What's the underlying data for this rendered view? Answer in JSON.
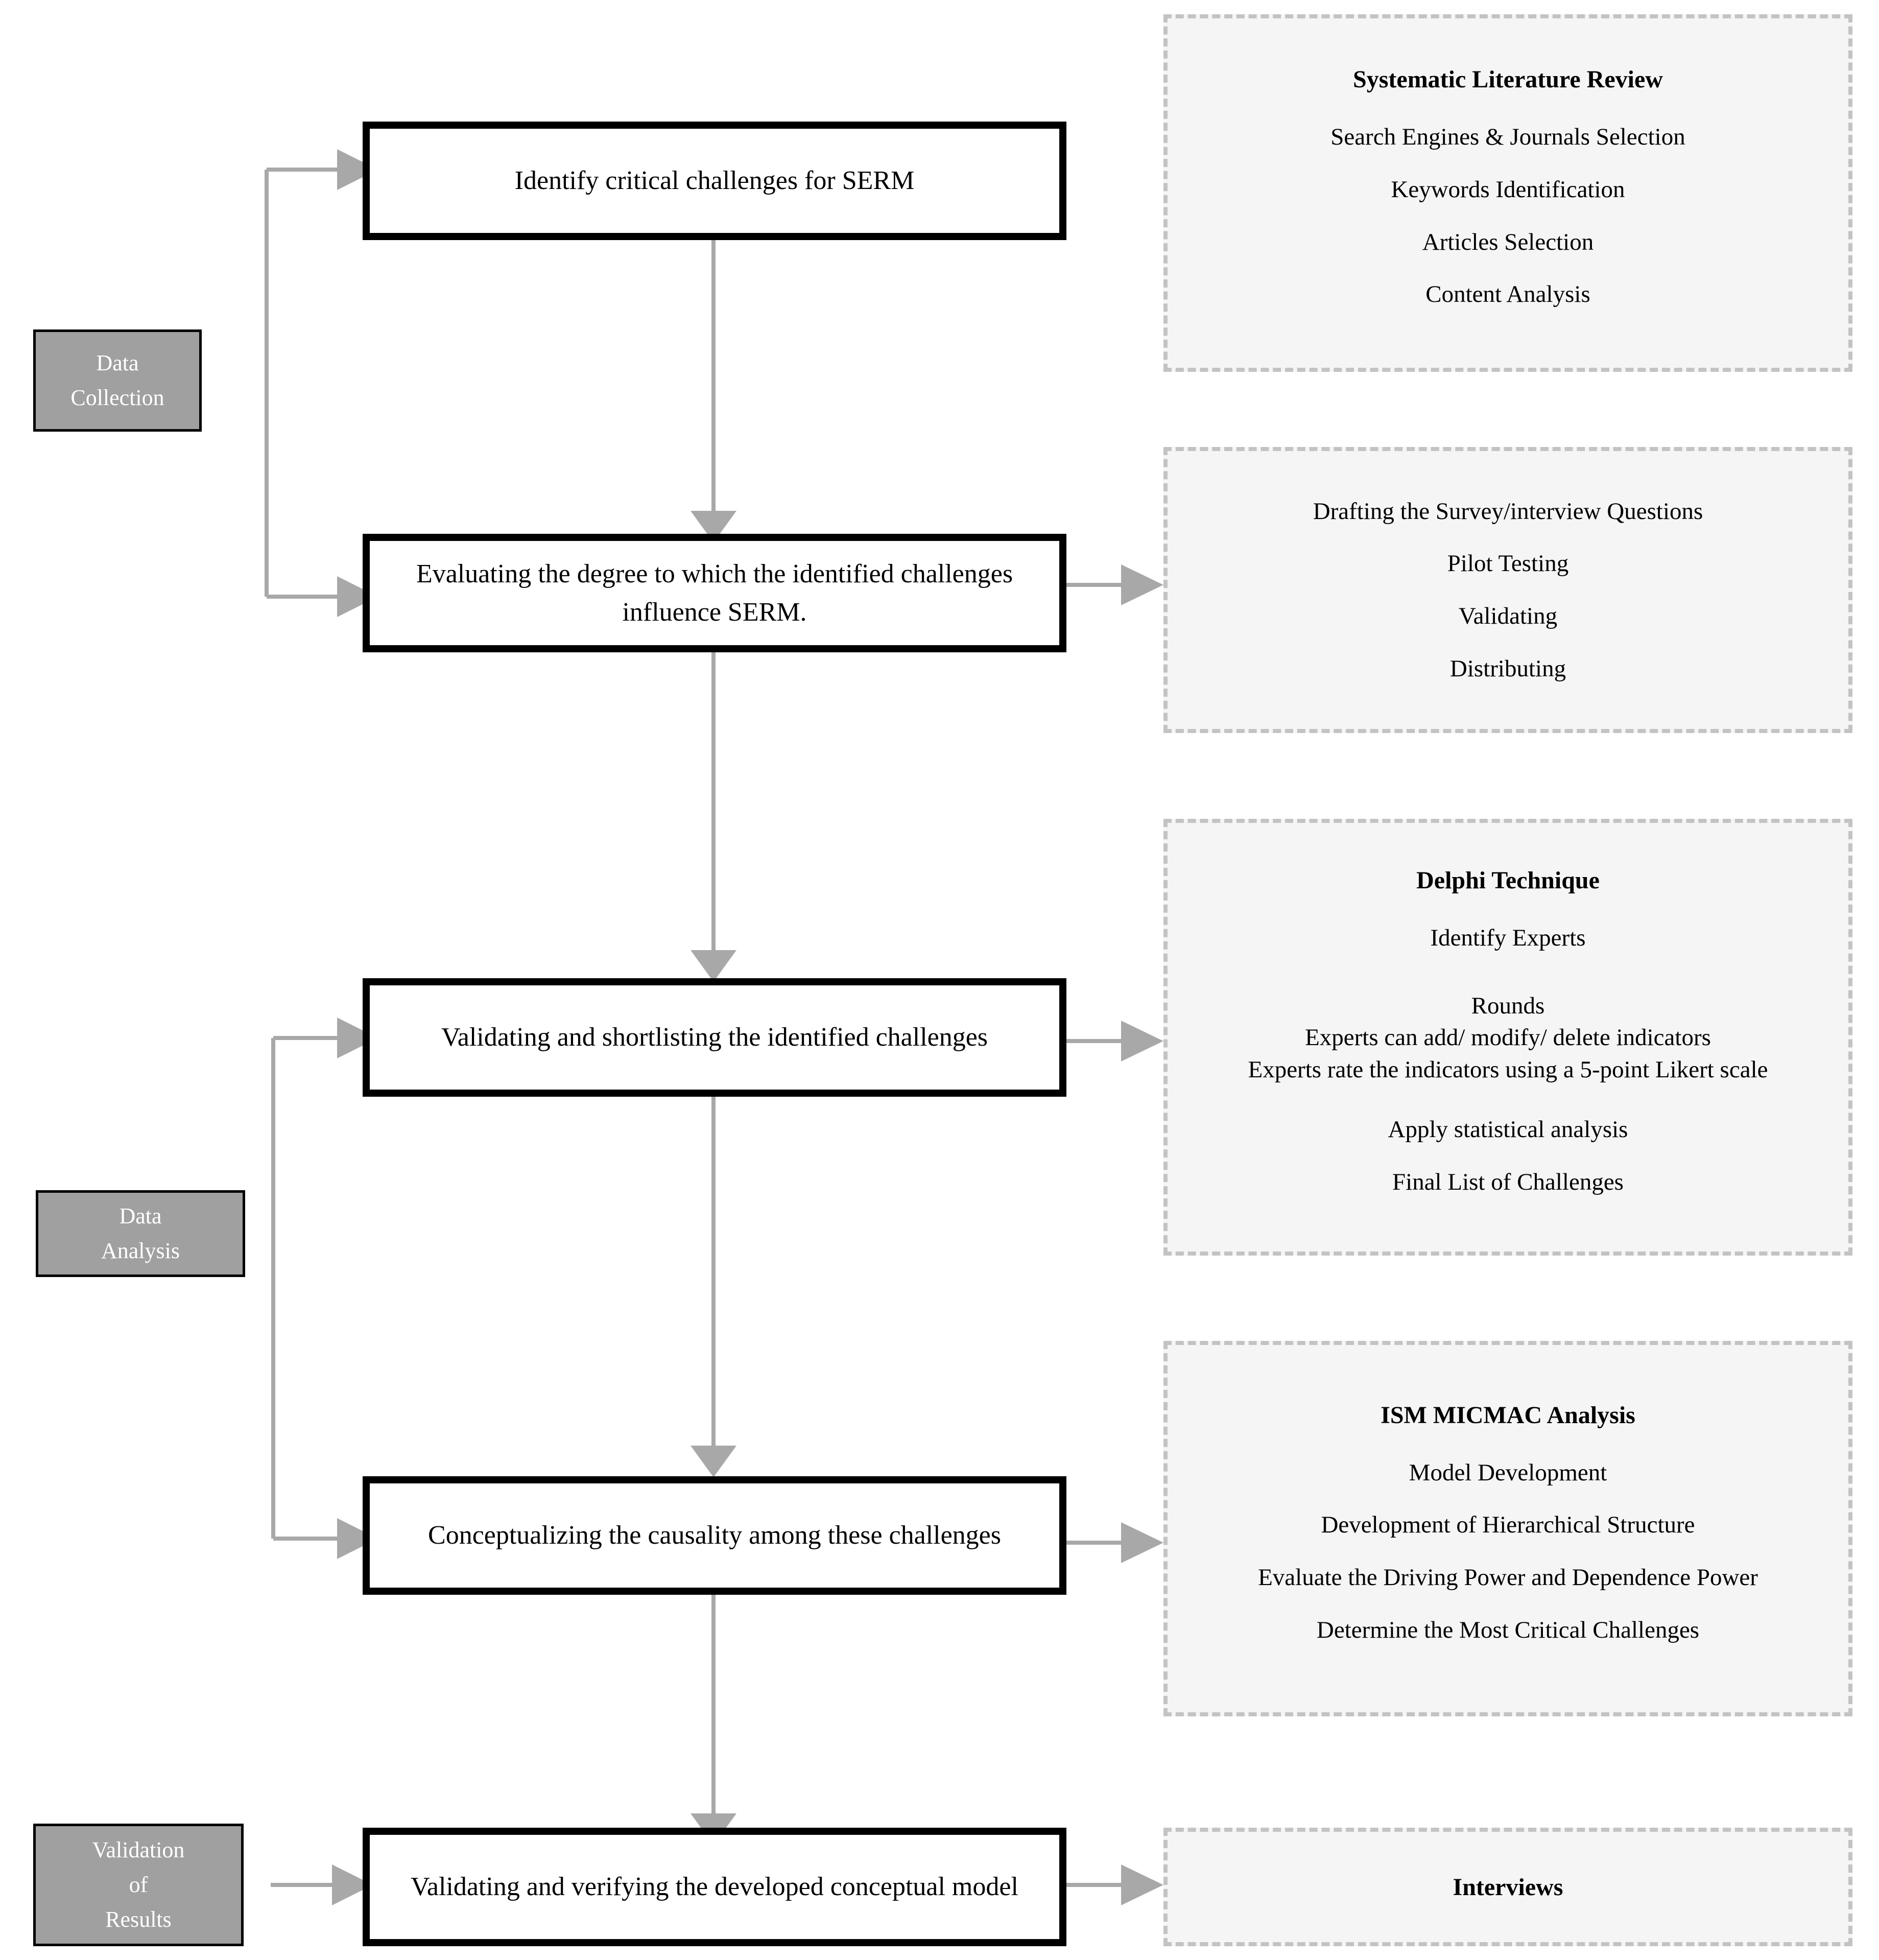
{
  "diagram": {
    "title": "Research Methodology Flowchart",
    "colors": {
      "stage_box_fill": "#a0a0a0",
      "stage_box_text": "#ffffff",
      "stage_box_border": "#000000",
      "process_box_fill": "#ffffff",
      "process_box_border": "#000000",
      "panel_fill": "#f5f5f5",
      "panel_border": "#c3c3c3",
      "connector": "#a8a8a8",
      "background": "#ffffff"
    }
  },
  "stages": [
    {
      "id": "data-collection",
      "lines": [
        "Data",
        "Collection"
      ]
    },
    {
      "id": "data-analysis",
      "lines": [
        "Data",
        "Analysis"
      ]
    },
    {
      "id": "validation-of-results",
      "lines": [
        "Validation",
        "of",
        "Results"
      ]
    }
  ],
  "process_steps": [
    {
      "id": "identify-challenges",
      "text": "Identify critical challenges for SERM"
    },
    {
      "id": "evaluate-degree",
      "text": "Evaluating the degree to which the identified challenges influence SERM."
    },
    {
      "id": "validate-shortlist",
      "text": "Validating and shortlisting the identified challenges"
    },
    {
      "id": "conceptualize-causality",
      "text": "Conceptualizing the causality among these challenges"
    },
    {
      "id": "validate-verify-model",
      "text": "Validating and verifying the developed conceptual model"
    }
  ],
  "detail_panels": [
    {
      "id": "systematic-literature-review",
      "title": "Systematic Literature Review",
      "items": [
        "Search Engines & Journals Selection",
        "Keywords Identification",
        "Articles Selection",
        "Content Analysis"
      ]
    },
    {
      "id": "survey-design",
      "title": "",
      "items": [
        "Drafting the Survey/interview Questions",
        "Pilot Testing",
        "Validating",
        "Distributing"
      ]
    },
    {
      "id": "delphi-technique",
      "title": "Delphi Technique",
      "items": [
        "Identify Experts",
        "Rounds",
        "Experts can add/ modify/ delete indicators",
        "Experts rate the indicators using a 5-point Likert scale",
        "Apply statistical analysis",
        "Final List of Challenges"
      ]
    },
    {
      "id": "ism-micmac-analysis",
      "title": "ISM MICMAC Analysis",
      "items": [
        "Model Development",
        "Development of Hierarchical Structure",
        "Evaluate the Driving Power and Dependence Power",
        "Determine the Most Critical Challenges"
      ]
    },
    {
      "id": "interviews",
      "title": "Interviews",
      "items": []
    }
  ]
}
